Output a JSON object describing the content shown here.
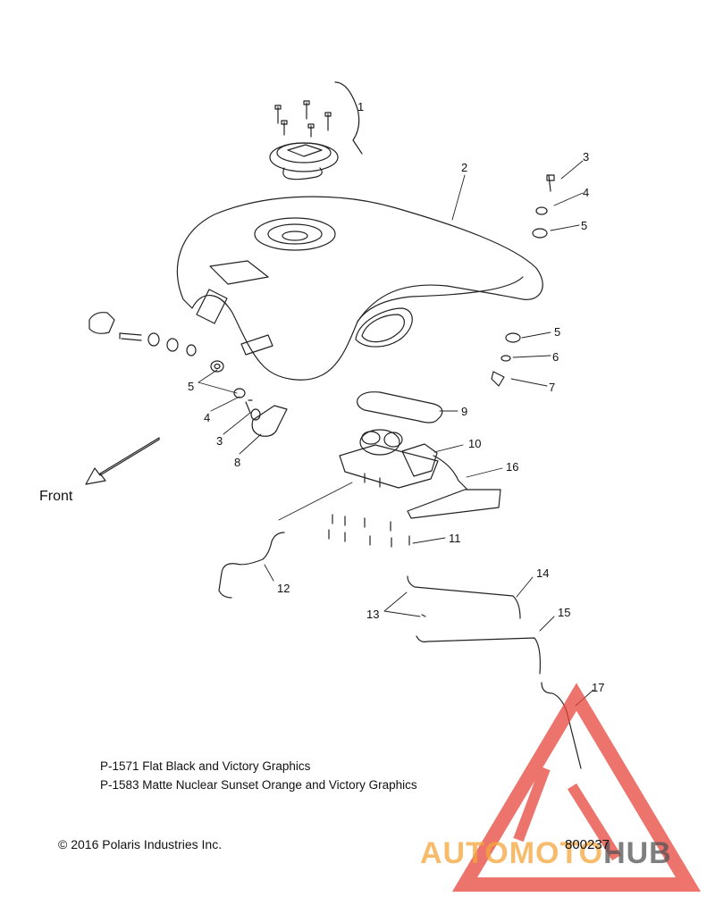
{
  "diagram": {
    "callouts": [
      "1",
      "2",
      "3",
      "4",
      "5",
      "5",
      "6",
      "7",
      "8",
      "9",
      "10",
      "16",
      "11",
      "12",
      "13",
      "14",
      "15",
      "17",
      "5",
      "4",
      "3"
    ],
    "direction_label": "Front"
  },
  "legend": [
    "P-1571  Flat Black and Victory Graphics",
    "P-1583 Matte Nuclear Sunset Orange and Victory Graphics"
  ],
  "copyright": "2016 Polaris Industries Inc.",
  "figure_number": "800237",
  "watermark": {
    "part1": "AUTOMOTO",
    "part2": "HUB",
    "colors": {
      "triangle": "#e8463c",
      "text_main": "#f3a63b",
      "text_alt": "#555555"
    }
  }
}
